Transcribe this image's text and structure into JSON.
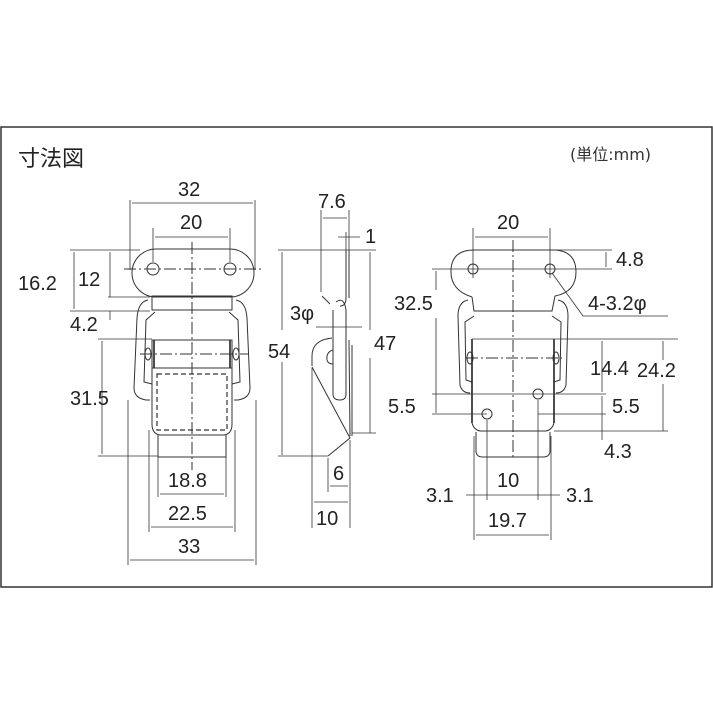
{
  "title": "寸法図",
  "unit_label": "(単位:mm)",
  "front_view": {
    "overall_width_top": "32",
    "hole_pitch": "20",
    "plate_height": "16.2",
    "hole_to_base": "12",
    "gap": "4.2",
    "hook_height": "31.5",
    "hook_inner_width": "18.8",
    "hook_outer_width": "22.5",
    "overall_width_bottom": "33"
  },
  "side_view": {
    "top_offset": "7.6",
    "thickness": "1",
    "wire_diameter": "3φ",
    "overall_height": "54",
    "body_height": "47",
    "lip_depth": "6",
    "overall_depth": "10"
  },
  "catch_view": {
    "hole_pitch": "20",
    "hole_offset": "4.8",
    "hole_spec": "4-3.2φ",
    "height_to_holes": "32.5",
    "hinge_to_hole": "14.4",
    "hinge_to_bottom": "24.2",
    "lower_hole_left_offset": "5.5",
    "lower_hole_right_offset": "5.5",
    "bottom_margin": "4.3",
    "hole_pitch_lower": "10",
    "edge_left": "3.1",
    "edge_right": "3.1",
    "plate_width": "19.7"
  }
}
